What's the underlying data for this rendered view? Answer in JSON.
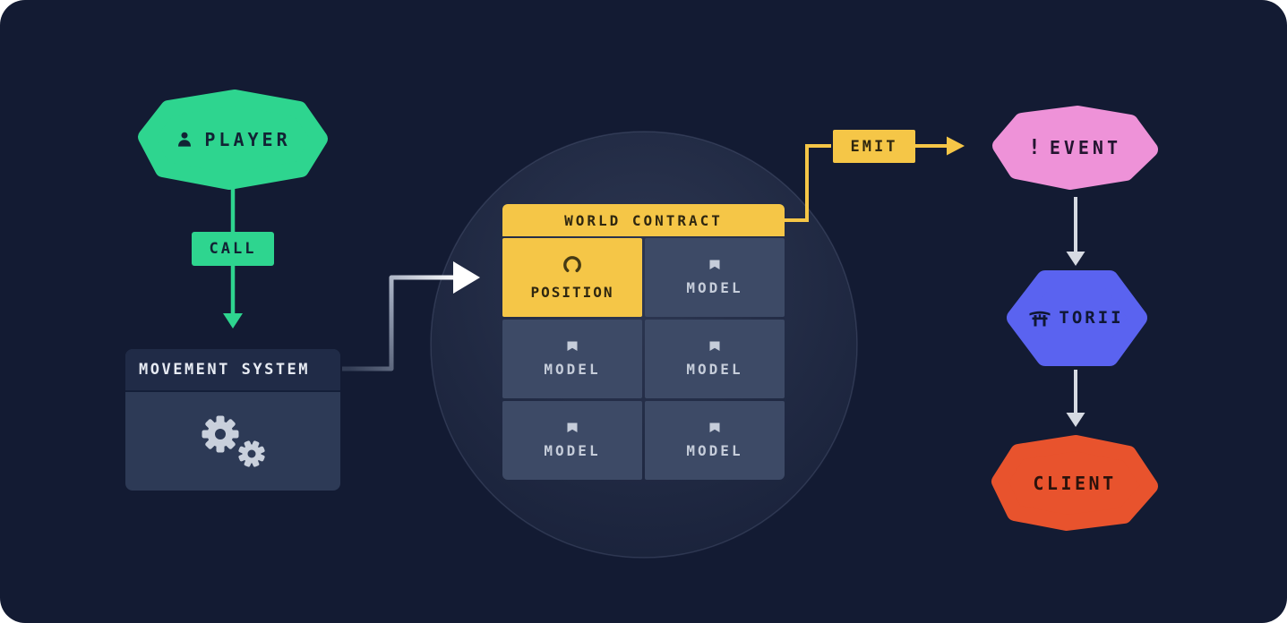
{
  "colors": {
    "background": "#131b33",
    "green": "#2ed58f",
    "yellow": "#f5c647",
    "pink": "#ee92d8",
    "blue": "#5a63f0",
    "orange": "#e8532d",
    "panel_dark": "#2d3a56",
    "model_cell": "#3d4a66",
    "arrow_white": "#ffffff",
    "light_text": "#e7ebf3",
    "model_text": "#c6cdda"
  },
  "nodes": {
    "player": {
      "label": "PLAYER"
    },
    "call_badge": {
      "label": "CALL"
    },
    "movement_system": {
      "title": "MOVEMENT SYSTEM"
    },
    "world_contract": {
      "header": "WORLD CONTRACT",
      "cells": [
        {
          "label": "POSITION",
          "state": "active"
        },
        {
          "label": "MODEL",
          "state": "default"
        },
        {
          "label": "MODEL",
          "state": "default"
        },
        {
          "label": "MODEL",
          "state": "default"
        },
        {
          "label": "MODEL",
          "state": "default"
        },
        {
          "label": "MODEL",
          "state": "default"
        }
      ]
    },
    "emit_badge": {
      "label": "EMIT"
    },
    "event": {
      "icon_glyph": "!",
      "label": "EVENT"
    },
    "torii": {
      "label": "TORII"
    },
    "client": {
      "label": "CLIENT"
    }
  }
}
